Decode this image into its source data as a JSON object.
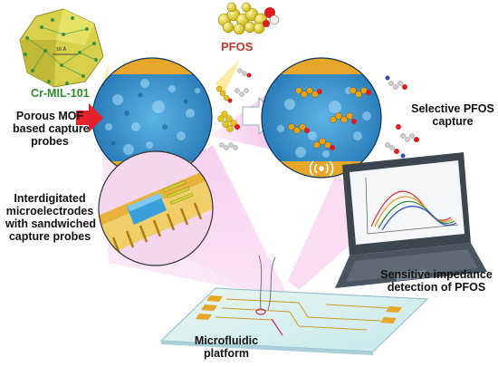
{
  "mof": {
    "name": "Cr-MIL-101",
    "pore_size": "16 Å",
    "name_color": "#2e8b2e"
  },
  "pfos": {
    "label": "PFOS",
    "label_color": "#c0392b"
  },
  "labels": {
    "porous_mof": [
      "Porous MOF",
      "based capture",
      "probes"
    ],
    "selective": [
      "Selective PFOS",
      "capture"
    ],
    "interdigitated": [
      "Interdigitated",
      "microelectrodes",
      "with sandwiched",
      "capture probes"
    ],
    "sensitive": [
      "Sensitive impedance",
      "detection of PFOS"
    ],
    "microfluidic": [
      "Microfluidic",
      "platform"
    ]
  },
  "colors": {
    "water": "#3a8fc7",
    "electrode_gold": "#e6a62a",
    "arrow_red": "#e8202a",
    "highlight_pink": "#f2a6e6",
    "laptop": "#3c4550"
  }
}
